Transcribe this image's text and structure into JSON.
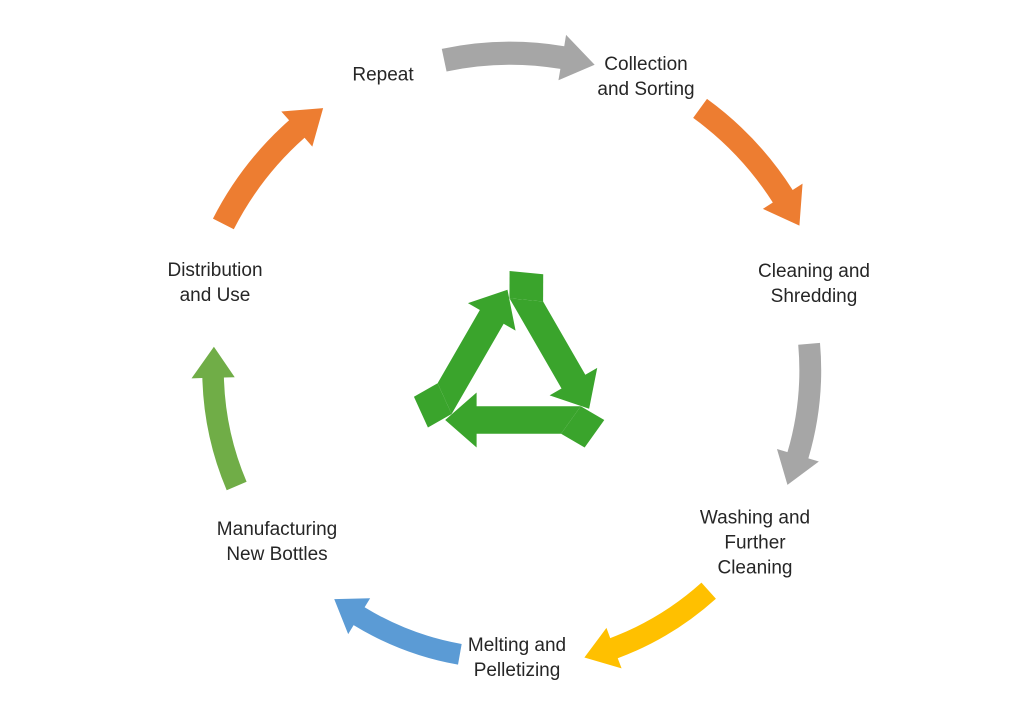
{
  "page": {
    "background": "#ffffff"
  },
  "colors": {
    "orange": "#ED7D31",
    "gray": "#A6A6A6",
    "gold": "#FFC000",
    "blue": "#5B9BD5",
    "green": "#70AD47",
    "recycle_green": "#3AA42C",
    "text": "#262626"
  },
  "cycle": {
    "center_icon": "recycling-symbol",
    "steps": [
      {
        "id": "repeat",
        "label": "Repeat"
      },
      {
        "id": "collection-and-sorting",
        "label": "Collection\nand Sorting"
      },
      {
        "id": "cleaning-and-shredding",
        "label": "Cleaning and\nShredding"
      },
      {
        "id": "washing-and-further-cleaning",
        "label": "Washing and\nFurther\nCleaning"
      },
      {
        "id": "melting-and-pelletizing",
        "label": "Melting and\nPelletizing"
      },
      {
        "id": "manufacturing-new-bottles",
        "label": "Manufacturing\nNew Bottles"
      },
      {
        "id": "distribution-and-use",
        "label": "Distribution\nand Use"
      }
    ],
    "arrows": [
      {
        "from": "Repeat",
        "to": "Collection and Sorting",
        "color": "#A6A6A6"
      },
      {
        "from": "Collection and Sorting",
        "to": "Cleaning and Shredding",
        "color": "#ED7D31"
      },
      {
        "from": "Cleaning and Shredding",
        "to": "Washing and Further Cleaning",
        "color": "#A6A6A6"
      },
      {
        "from": "Washing and Further Cleaning",
        "to": "Melting and Pelletizing",
        "color": "#FFC000"
      },
      {
        "from": "Melting and Pelletizing",
        "to": "Manufacturing New Bottles",
        "color": "#5B9BD5"
      },
      {
        "from": "Manufacturing New Bottles",
        "to": "Distribution and Use",
        "color": "#70AD47"
      },
      {
        "from": "Distribution and Use",
        "to": "Repeat",
        "color": "#ED7D31"
      }
    ]
  }
}
